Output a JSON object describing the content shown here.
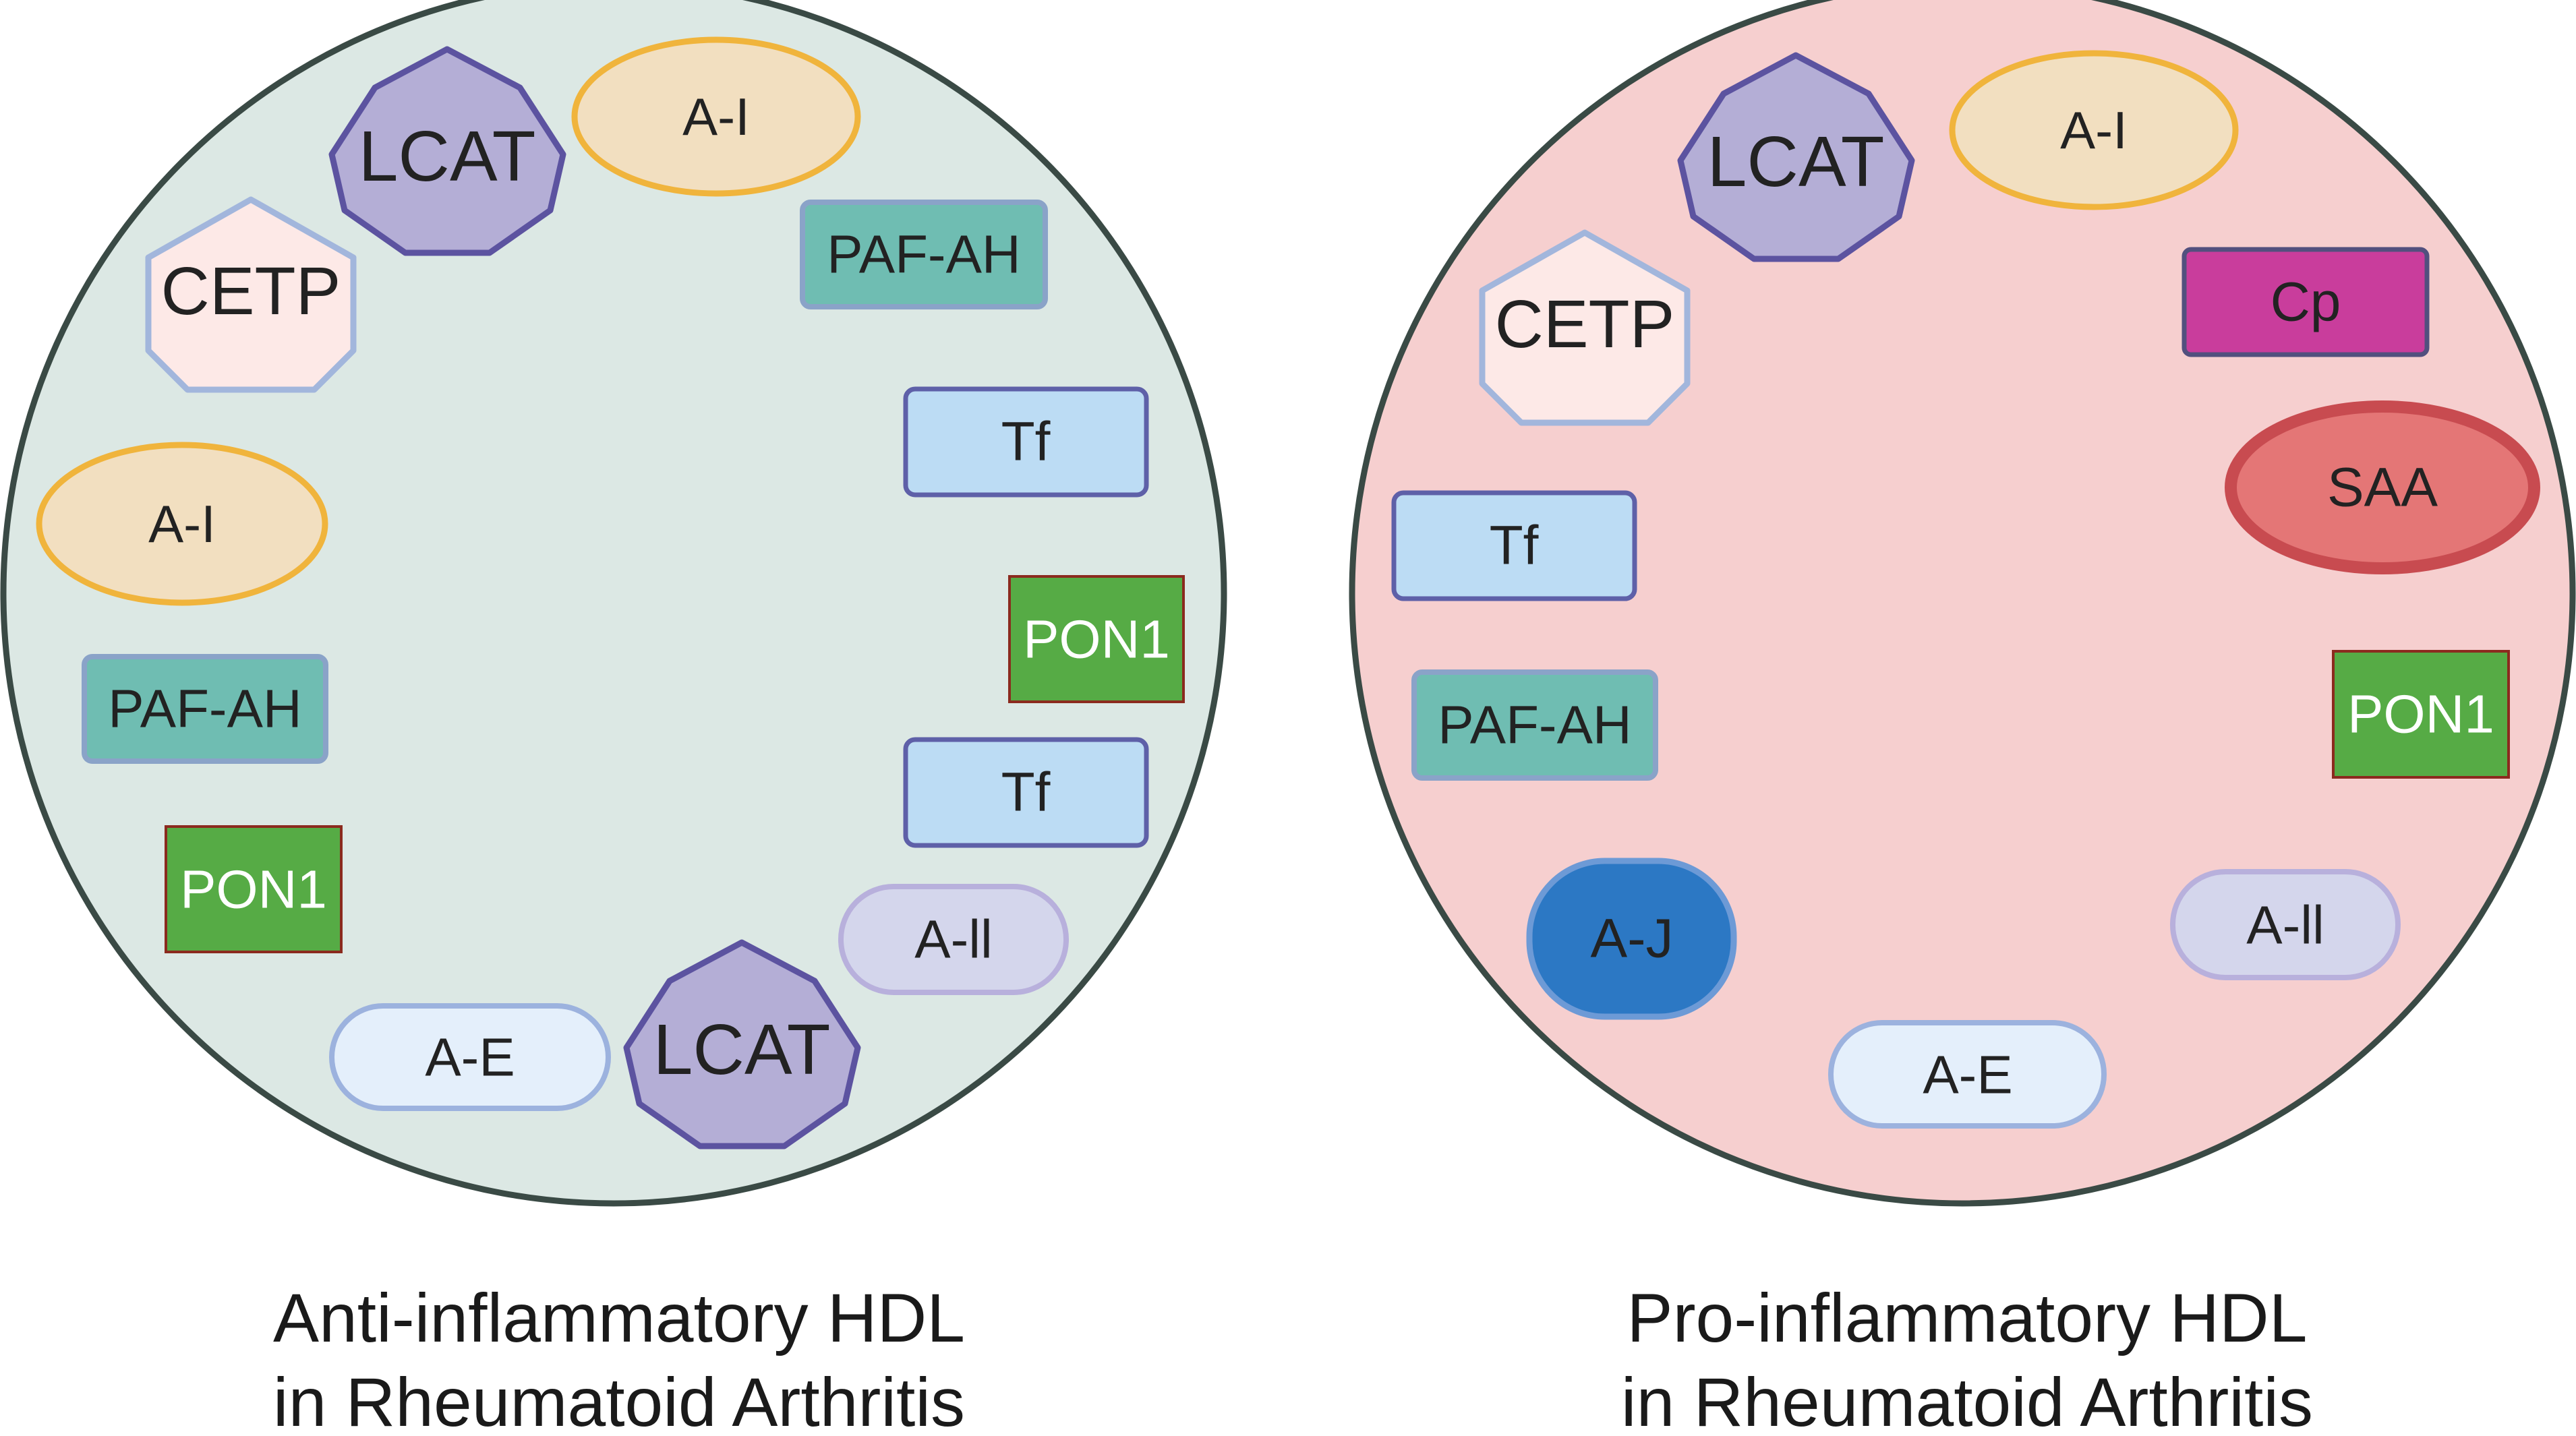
{
  "panels": [
    {
      "caption": [
        "Anti-inflammatory HDL",
        "in Rheumatoid Arthritis"
      ],
      "background": "#dce8e4",
      "proteins": [
        {
          "type": "LCAT",
          "label": "LCAT"
        },
        {
          "type": "A-I",
          "label": "A-I"
        },
        {
          "type": "PAF-AH",
          "label": "PAF-AH"
        },
        {
          "type": "CETP",
          "label": "CETP"
        },
        {
          "type": "Tf",
          "label": "Tf"
        },
        {
          "type": "A-I",
          "label": "A-I"
        },
        {
          "type": "PON1",
          "label": "PON1"
        },
        {
          "type": "PAF-AH",
          "label": "PAF-AH"
        },
        {
          "type": "Tf",
          "label": "Tf"
        },
        {
          "type": "PON1",
          "label": "PON1"
        },
        {
          "type": "A-II",
          "label": "A-ll"
        },
        {
          "type": "A-E",
          "label": "A-E"
        },
        {
          "type": "LCAT",
          "label": "LCAT"
        }
      ]
    },
    {
      "caption": [
        "Pro-inflammatory HDL",
        "in Rheumatoid Arthritis"
      ],
      "background": "#f6cfcf",
      "proteins": [
        {
          "type": "LCAT",
          "label": "LCAT"
        },
        {
          "type": "A-I",
          "label": "A-I"
        },
        {
          "type": "CETP",
          "label": "CETP"
        },
        {
          "type": "Cp",
          "label": "Cp"
        },
        {
          "type": "SAA",
          "label": "SAA"
        },
        {
          "type": "Tf",
          "label": "Tf"
        },
        {
          "type": "PAF-AH",
          "label": "PAF-AH"
        },
        {
          "type": "PON1",
          "label": "PON1"
        },
        {
          "type": "A-J",
          "label": "A-J"
        },
        {
          "type": "A-II",
          "label": "A-ll"
        },
        {
          "type": "A-E",
          "label": "A-E"
        }
      ]
    }
  ],
  "colors": {
    "LCAT": {
      "fill": "#b4aed6",
      "stroke": "#5c53a0"
    },
    "A-I": {
      "fill": "#f2dfc0",
      "stroke": "#f0b43c"
    },
    "PAF-AH": {
      "fill": "#6fbdb2",
      "stroke": "#8aa3c8"
    },
    "CETP": {
      "fill": "#fde9e7",
      "stroke": "#a2b6dc"
    },
    "Tf": {
      "fill": "#bcdcf4",
      "stroke": "#5e60a8"
    },
    "PON1": {
      "fill": "#56ab45",
      "stroke": "#8b2a1e"
    },
    "A-II": {
      "fill": "#d4d6ec",
      "stroke": "#b8b0dc"
    },
    "A-E": {
      "fill": "#e4effb",
      "stroke": "#9cb2de"
    },
    "Cp": {
      "fill": "#c93d9c",
      "stroke": "#52507e"
    },
    "SAA": {
      "fill": "#e47676",
      "stroke": "#c84b50"
    },
    "A-J": {
      "fill": "#2c78c4",
      "stroke": "#6d9ad6"
    },
    "circle_stroke": "#3a4a45"
  }
}
